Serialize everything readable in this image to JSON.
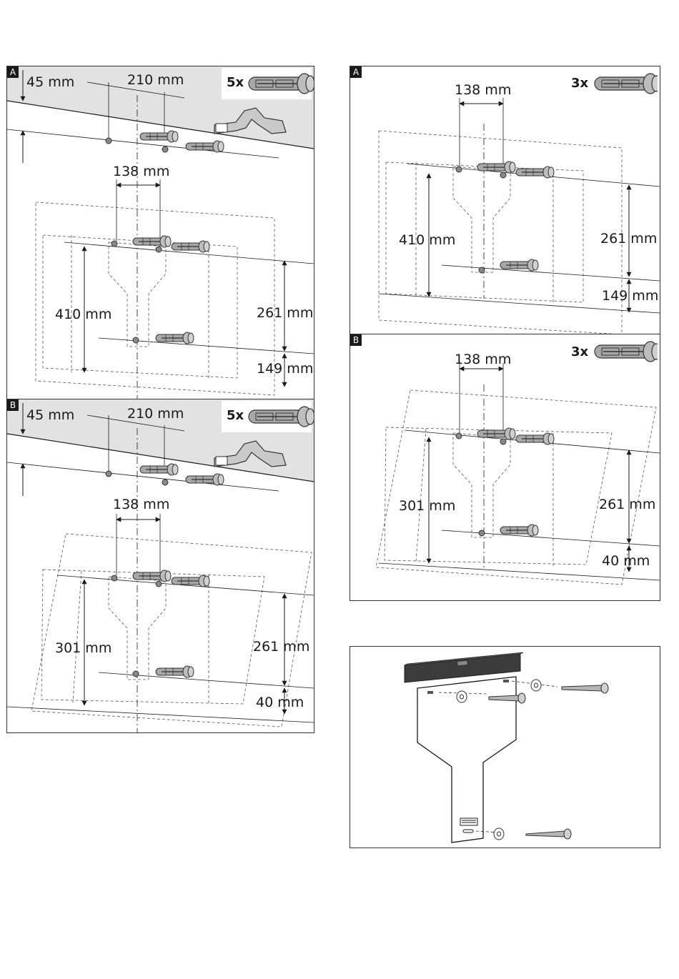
{
  "left": {
    "A": {
      "tag": "A",
      "qty": "5x",
      "d45": "45 mm",
      "d210": "210 mm",
      "d138": "138 mm",
      "d410": "410 mm",
      "d261": "261 mm",
      "d149": "149 mm"
    },
    "B": {
      "tag": "B",
      "qty": "5x",
      "d45": "45 mm",
      "d210": "210 mm",
      "d138": "138 mm",
      "d301": "301 mm",
      "d261": "261 mm",
      "d40": "40 mm"
    }
  },
  "right": {
    "A": {
      "tag": "A",
      "qty": "3x",
      "d138": "138 mm",
      "d410": "410 mm",
      "d261": "261 mm",
      "d149": "149 mm"
    },
    "B": {
      "tag": "B",
      "qty": "3x",
      "d138": "138 mm",
      "d301": "301 mm",
      "d261": "261 mm",
      "d40": "40 mm"
    }
  },
  "colors": {
    "ceiling": "#e2e2e2",
    "line": "#1a1a1a",
    "dashed": "#555555",
    "dowel": "#9a9a9a"
  },
  "icons": [
    "wall-plug-icon",
    "ceiling-bracket-icon",
    "spirit-level-icon",
    "screw-icon",
    "washer-icon",
    "mounting-template-icon"
  ]
}
